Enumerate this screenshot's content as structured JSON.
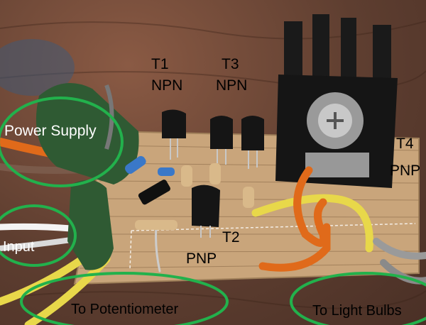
{
  "labels": {
    "t1": "T1",
    "t1_type": "NPN",
    "t3": "T3",
    "t3_type": "NPN",
    "t4": "T4",
    "t4_type": "PNP",
    "t2": "T2",
    "t2_type": "PNP",
    "power_supply": "Power Supply",
    "input": "Input",
    "to_potentiometer": "To Potentiometer",
    "to_light_bulbs": "To Light Bulbs"
  },
  "colors": {
    "highlight_ellipse": "#22b14c",
    "board": "#c9a57b",
    "heatsink": "#1a1a1a",
    "capacitor": "#2f5a33"
  }
}
